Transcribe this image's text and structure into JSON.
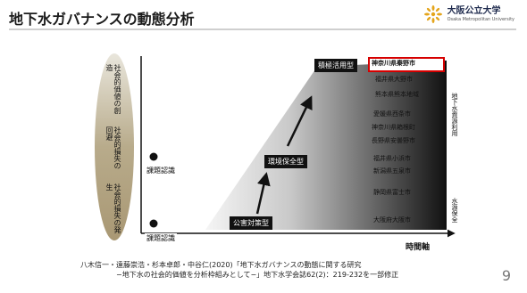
{
  "slide": {
    "title": "地下水ガバナンスの動態分析",
    "page_number": "9"
  },
  "logo": {
    "japanese": "大阪公立大学",
    "english": "Osaka Metropolitan University"
  },
  "left_labels": [
    "社会的価値の創造",
    "社会的損失の回避",
    "社会的損失の発生"
  ],
  "markers": {
    "upper": "課題認識",
    "lower": "課題認識"
  },
  "stages": {
    "pollution": "公害対策型",
    "environment": "環境保全型",
    "active": "積極活用型"
  },
  "cities": [
    "神奈川県秦野市",
    "福井県大野市",
    "熊本県熊本地域",
    "愛媛県西条市",
    "神奈川県箱根町",
    "長野県安曇野市",
    "福井県小浜市",
    "新潟県五泉市",
    "静岡県富士市",
    "大阪府大阪市"
  ],
  "right_labels": {
    "upper": "地下水資源利用",
    "lower": "水源保全"
  },
  "axis": {
    "x_label": "時間軸"
  },
  "citation": {
    "line1": "八木信一・遠藤崇浩・杉本卓郎・中谷仁(2020)「地下水ガバナンスの動態に関する研究",
    "line2": "−地下水の社会的価値を分析枠組みとして−」地下水学会誌62(2)：219-232を一部修正"
  }
}
